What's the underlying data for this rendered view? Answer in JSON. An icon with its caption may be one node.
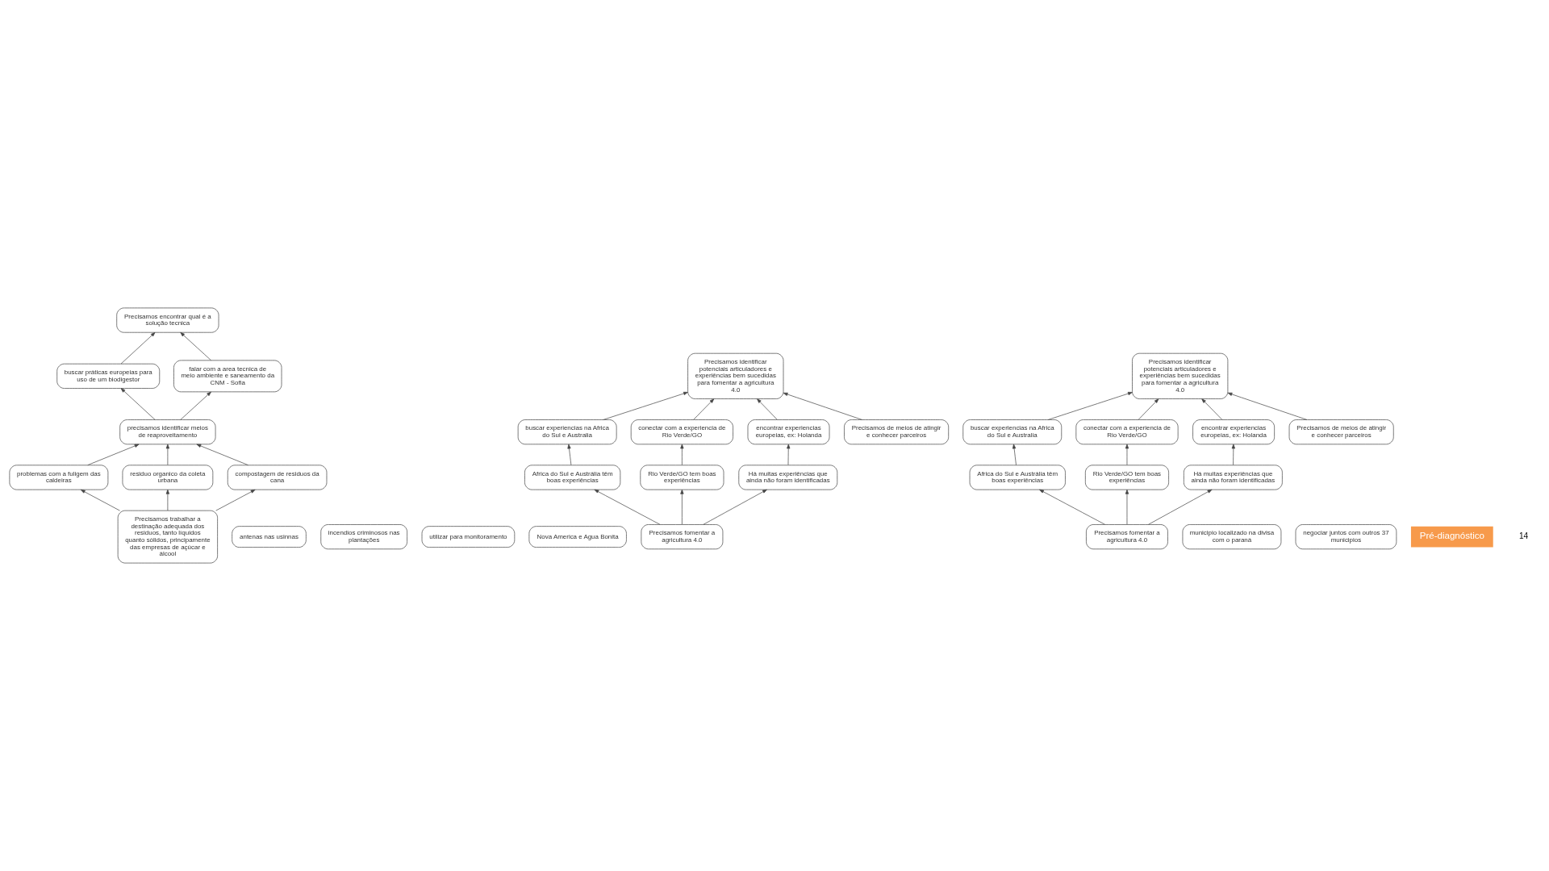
{
  "diagram": {
    "nodes": [
      {
        "text": [
          "Precisamos encontrar qual é a solução tecnica"
        ]
      },
      {
        "text": [
          "antenas nas usinnas"
        ]
      },
      {
        "text": [
          "buscar práticas europeias para uso de um biodigestor"
        ]
      },
      {
        "text": [
          "falar com a area tecnica de meio ambiente e saneamento da CNM - Sofia"
        ]
      },
      {
        "text": [
          "incendios criminosos nas plantações"
        ]
      },
      {
        "text": [
          "utilizar para monitoramento"
        ]
      },
      {
        "text": [
          "Nova America e Agua Bonita"
        ]
      },
      {
        "text": [
          "precisamos identificar meios de reaproveitamento"
        ]
      },
      {
        "text": [
          "Precisamos identificar potenciais articuladores e experiências bem sucedidas para fomentar a agricultura 4.0"
        ]
      },
      {
        "text": [
          "Precisamos identificar potenciais articuladores e experiências bem sucedidas para fomentar a agricultura 4.0"
        ]
      },
      {
        "text": [
          "problemas com a fuligem das caldeiras"
        ]
      },
      {
        "text": [
          "residuo organico da coleta urbana"
        ]
      },
      {
        "text": [
          "compostagem de residuos da cana"
        ]
      },
      {
        "text": [
          "Precisamos trabalhar a destinação adequada dos residuos, tanto líquidos quanto sólidos, principamente das empresas de açúcar e álcool"
        ]
      },
      {
        "text": [
          "buscar experiencias na Africa do Sul e Australia"
        ]
      },
      {
        "text": [
          "conectar com a experiencia de Rio Verde/GO"
        ]
      },
      {
        "text": [
          "encontrar experiencias europeias, ex: Holanda"
        ]
      },
      {
        "text": [
          "buscar experiencias na Africa do Sul e Australia"
        ]
      },
      {
        "text": [
          "conectar com a experiencia de Rio Verde/GO"
        ]
      },
      {
        "text": [
          "encontrar experiencias europeias, ex: Holanda"
        ]
      },
      {
        "text": [
          "Precisamos de meios de atingir e conhecer parceiros"
        ]
      },
      {
        "text": [
          "Africa do Sul e Austrália têm boas experiências"
        ]
      },
      {
        "text": [
          "Rio Verde/GO tem boas experiências"
        ]
      },
      {
        "text": [
          "Há muitas experiências que ainda não foram identificadas"
        ]
      },
      {
        "text": [
          "Precisamos de meios de atingir e conhecer parceiros"
        ]
      },
      {
        "text": [
          "municipio localizado na divisa com o paraná"
        ]
      },
      {
        "text": [
          "Africa do Sul e Austrália têm boas experiências"
        ]
      },
      {
        "text": [
          "Rio Verde/GO tem boas experiências"
        ]
      },
      {
        "text": [
          "Há muitas experiências que ainda não foram identificadas"
        ]
      },
      {
        "text": [
          "Precisamos fomentar a agricultura 4.0"
        ]
      },
      {
        "text": [
          "Precisamos fomentar a agricultura 4.0"
        ]
      },
      {
        "text": [
          "negociar juntos com outros 37 municipios"
        ]
      }
    ],
    "edges": [
      {
        "from": 2,
        "to": 0,
        "arrow": "to"
      },
      {
        "from": 3,
        "to": 0,
        "arrow": "to"
      },
      {
        "from": 7,
        "to": 2,
        "arrow": "to"
      },
      {
        "from": 7,
        "to": 3,
        "arrow": "to"
      },
      {
        "from": 10,
        "to": 7,
        "arrow": "to"
      },
      {
        "from": 11,
        "to": 7,
        "arrow": "to"
      },
      {
        "from": 12,
        "to": 7,
        "arrow": "to"
      },
      {
        "from": 13,
        "to": 10,
        "arrow": "to"
      },
      {
        "from": 13,
        "to": 11,
        "arrow": "to"
      },
      {
        "from": 13,
        "to": 12,
        "arrow": "to"
      },
      {
        "from": 14,
        "to": 8,
        "arrow": "to"
      },
      {
        "from": 15,
        "to": 8,
        "arrow": "to"
      },
      {
        "from": 16,
        "to": 8,
        "arrow": "to"
      },
      {
        "from": 24,
        "to": 8,
        "arrow": "to"
      },
      {
        "from": 21,
        "to": 14,
        "arrow": "to"
      },
      {
        "from": 22,
        "to": 15,
        "arrow": "to"
      },
      {
        "from": 23,
        "to": 16,
        "arrow": "to"
      },
      {
        "from": 29,
        "to": 21,
        "arrow": "to"
      },
      {
        "from": 29,
        "to": 22,
        "arrow": "to"
      },
      {
        "from": 29,
        "to": 23,
        "arrow": "to"
      },
      {
        "from": 17,
        "to": 9,
        "arrow": "to"
      },
      {
        "from": 18,
        "to": 9,
        "arrow": "to"
      },
      {
        "from": 19,
        "to": 9,
        "arrow": "to"
      },
      {
        "from": 20,
        "to": 9,
        "arrow": "to"
      },
      {
        "from": 26,
        "to": 17,
        "arrow": "to"
      },
      {
        "from": 27,
        "to": 18,
        "arrow": "to"
      },
      {
        "from": 28,
        "to": 19,
        "arrow": "to"
      },
      {
        "from": 30,
        "to": 26,
        "arrow": "to"
      },
      {
        "from": 30,
        "to": 27,
        "arrow": "to"
      },
      {
        "from": 30,
        "to": 28,
        "arrow": "to"
      }
    ],
    "labels": [
      "Pré-diagnóstico",
      "14"
    ]
  }
}
